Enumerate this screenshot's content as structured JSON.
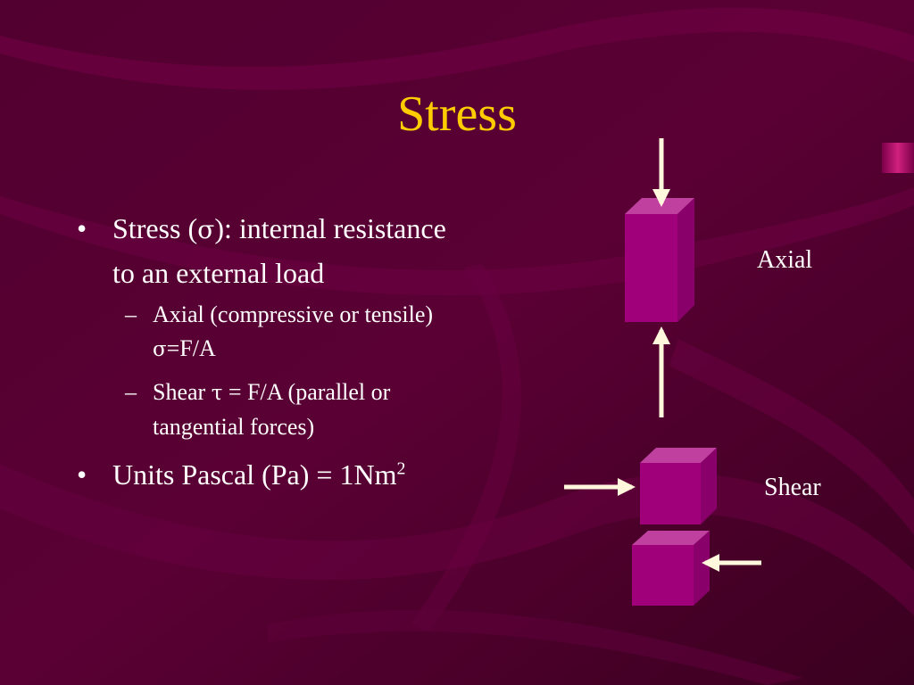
{
  "slide": {
    "title": "Stress",
    "bullets": [
      {
        "mark": "•",
        "pre": "Stress (",
        "sym": "σ",
        "post": "): internal resistance to an external load"
      },
      {
        "mark": "–",
        "pre": "Axial (compressive or tensile) ",
        "sym": "σ",
        "post": "=F/A"
      },
      {
        "mark": "–",
        "pre": "Shear ",
        "sym": "τ",
        "post": " = F/A (parallel or tangential forces)"
      },
      {
        "mark": "•",
        "text": "Units Pascal (Pa) = 1Nm",
        "sup": "2"
      }
    ]
  },
  "diagram": {
    "axial_label": "Axial",
    "shear_label": "Shear",
    "block_color": "#a0007a",
    "arrow_color": "#fff8dc"
  },
  "theme": {
    "background": "#4a0028",
    "title_color": "#ffcc00",
    "text_color": "#ffffff"
  }
}
